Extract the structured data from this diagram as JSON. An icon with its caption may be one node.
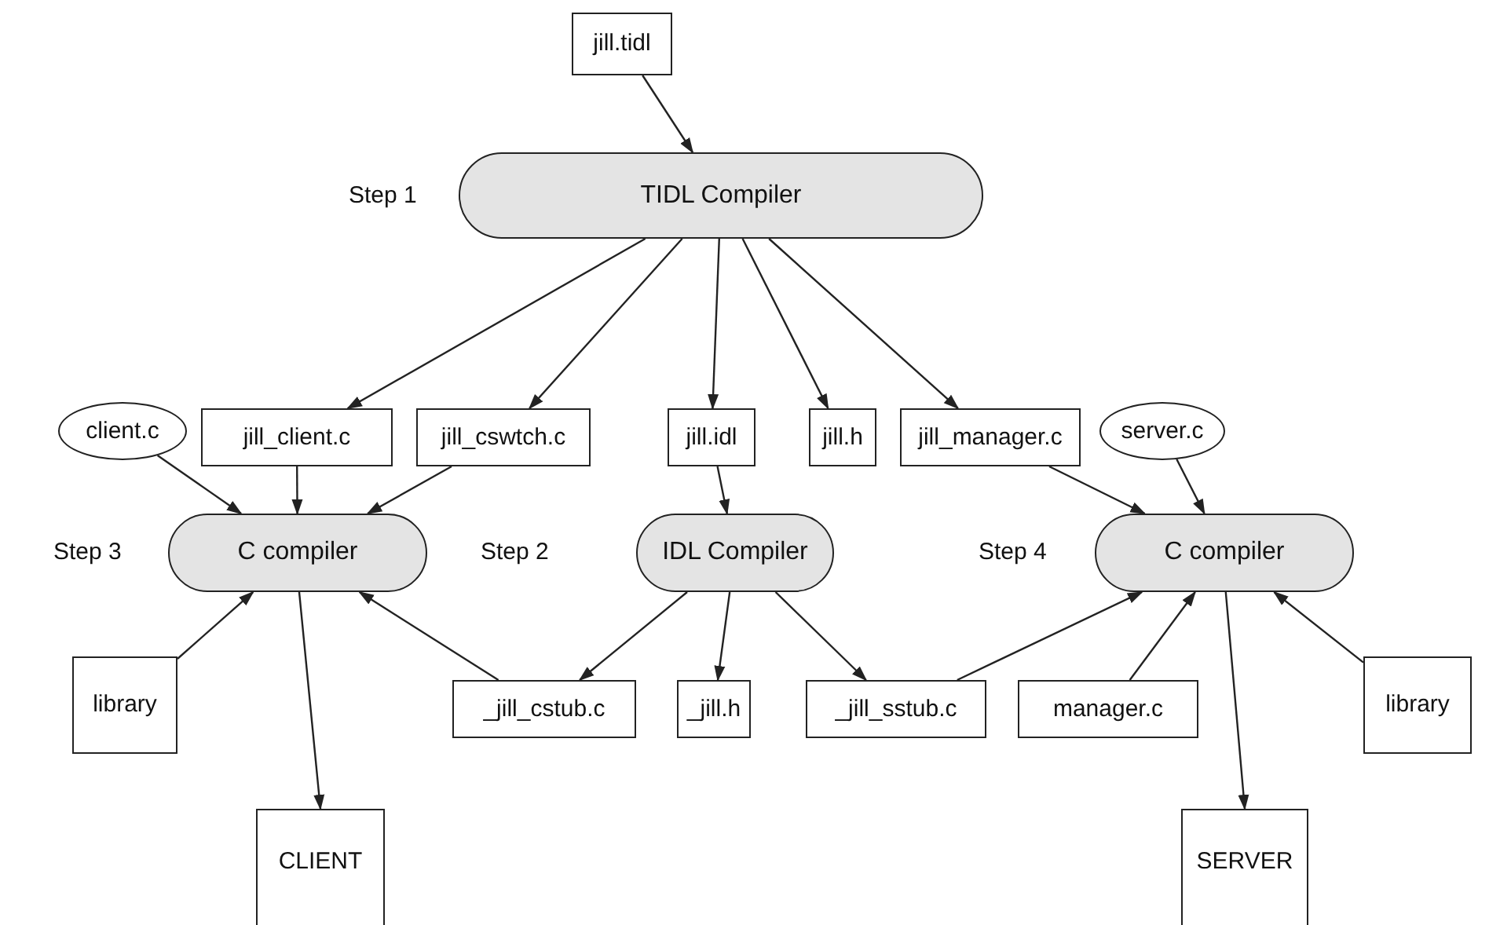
{
  "diagram": {
    "nodes": [
      {
        "text": [
          "jill.tidl"
        ]
      },
      {
        "text": [
          "TIDL Compiler"
        ],
        "beside": [
          "Step 1"
        ]
      },
      {
        "text": [
          "client.c"
        ]
      },
      {
        "text": [
          "jill_client.c"
        ]
      },
      {
        "text": [
          "jill_cswtch.c"
        ]
      },
      {
        "text": [
          "jill.idl"
        ]
      },
      {
        "text": [
          "jill.h"
        ]
      },
      {
        "text": [
          "jill_manager.c"
        ]
      },
      {
        "text": [
          "server.c"
        ]
      },
      {
        "text": [
          "C compiler"
        ],
        "beside": [
          "Step 3"
        ]
      },
      {
        "text": [
          "IDL Compiler"
        ],
        "beside": [
          "Step 2"
        ]
      },
      {
        "text": [
          "C compiler"
        ],
        "beside": [
          "Step 4"
        ]
      },
      {
        "text": [
          "library"
        ]
      },
      {
        "text": [
          "_jill_cstub.c"
        ]
      },
      {
        "text": [
          "_jill.h"
        ]
      },
      {
        "text": [
          "_jill_sstub.c"
        ]
      },
      {
        "text": [
          "manager.c"
        ]
      },
      {
        "text": [
          "library"
        ]
      },
      {
        "text": [
          "CLIENT"
        ]
      },
      {
        "text": [
          "SERVER"
        ]
      }
    ],
    "edges": [
      {
        "from": 0,
        "to": 1,
        "arrow": "to"
      },
      {
        "from": 1,
        "to": 3,
        "arrow": "to"
      },
      {
        "from": 1,
        "to": 4,
        "arrow": "to"
      },
      {
        "from": 1,
        "to": 5,
        "arrow": "to"
      },
      {
        "from": 1,
        "to": 6,
        "arrow": "to"
      },
      {
        "from": 1,
        "to": 7,
        "arrow": "to"
      },
      {
        "from": 2,
        "to": 9,
        "arrow": "to"
      },
      {
        "from": 3,
        "to": 9,
        "arrow": "to"
      },
      {
        "from": 4,
        "to": 9,
        "arrow": "to"
      },
      {
        "from": 5,
        "to": 10,
        "arrow": "to"
      },
      {
        "from": 7,
        "to": 11,
        "arrow": "to"
      },
      {
        "from": 8,
        "to": 11,
        "arrow": "to"
      },
      {
        "from": 12,
        "to": 9,
        "arrow": "to"
      },
      {
        "from": 13,
        "to": 9,
        "arrow": "to"
      },
      {
        "from": 9,
        "to": 18,
        "arrow": "to"
      },
      {
        "from": 10,
        "to": 13,
        "arrow": "to"
      },
      {
        "from": 10,
        "to": 14,
        "arrow": "to"
      },
      {
        "from": 10,
        "to": 15,
        "arrow": "to"
      },
      {
        "from": 15,
        "to": 11,
        "arrow": "to"
      },
      {
        "from": 16,
        "to": 11,
        "arrow": "to"
      },
      {
        "from": 17,
        "to": 11,
        "arrow": "to"
      },
      {
        "from": 11,
        "to": 19,
        "arrow": "to"
      }
    ]
  }
}
